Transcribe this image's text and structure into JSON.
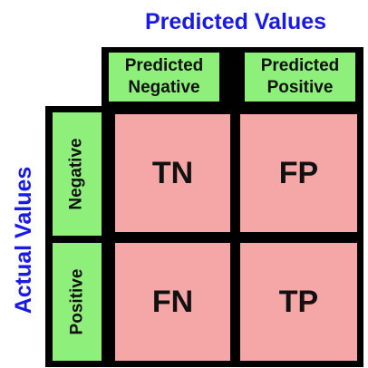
{
  "title_top": "Predicted Values",
  "title_side": "Actual Values",
  "columns": [
    {
      "label": "Predicted\nNegative"
    },
    {
      "label": "Predicted\nPositive"
    }
  ],
  "rows": [
    {
      "label": "Negative"
    },
    {
      "label": "Positive"
    }
  ],
  "cells": {
    "tn": "TN",
    "fp": "FP",
    "fn": "FN",
    "tp": "TP"
  },
  "colors": {
    "title": "#1a1ae6",
    "header_fill": "#8ef07a",
    "cell_fill": "#f5a6a6",
    "frame": "#000000"
  }
}
